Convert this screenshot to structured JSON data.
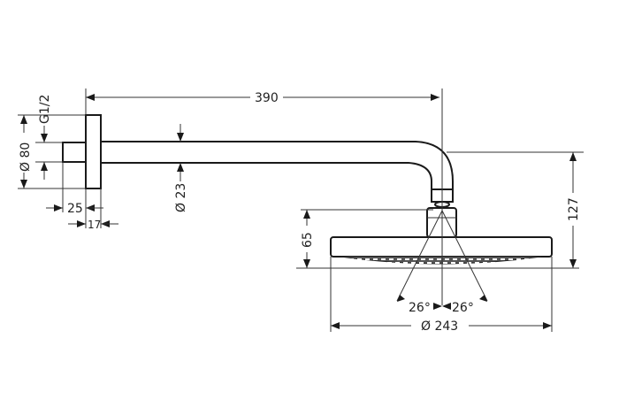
{
  "dimensions": {
    "arm_length": "390",
    "thread": "G1/2",
    "flange_diameter": "Ø 80",
    "arm_diameter": "Ø 23",
    "stub_length": "25",
    "flange_depth": "17",
    "head_height": "65",
    "total_drop": "127",
    "spray_angle_left": "26°",
    "spray_angle_right": "26°",
    "head_diameter": "Ø 243"
  }
}
